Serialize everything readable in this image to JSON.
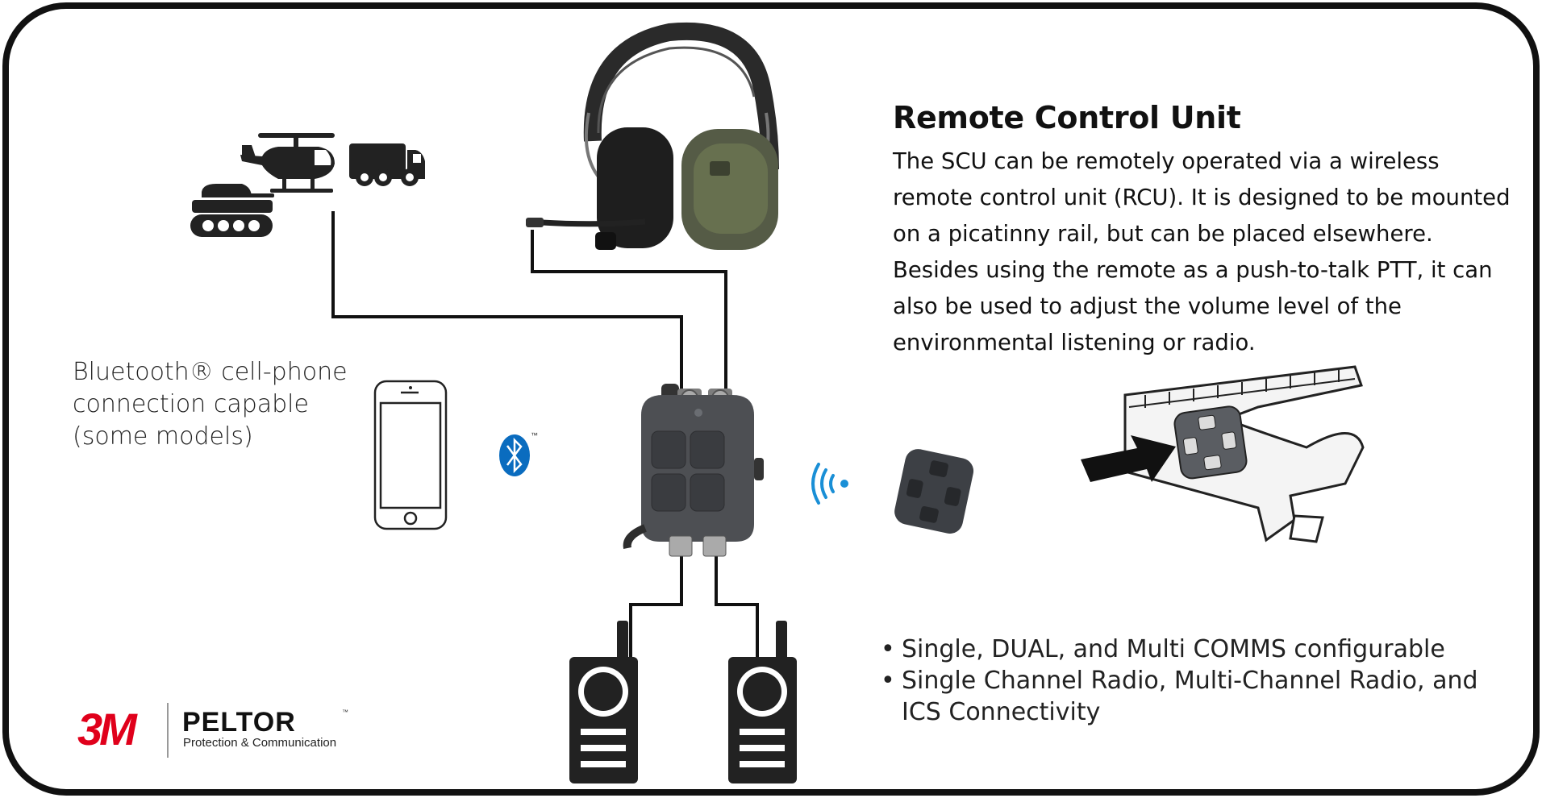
{
  "rcu": {
    "title": "Remote Control Unit",
    "body": "The SCU can be remotely operated via a wireless remote control unit (RCU). It is designed to be mounted on a picatinny rail, but can be placed elsewhere. Besides using the remote as a push-to-talk PTT, it can also be used to adjust the volume level of the environmental listening or radio."
  },
  "bluetooth_note": "Bluetooth® cell-phone connection capable (some models)",
  "bluetooth_tm": "™",
  "features": [
    "Single, DUAL, and Multi COMMS configurable",
    "Single Channel Radio, Multi-Channel Radio, and ICS Connectivity"
  ],
  "brand": {
    "logo": "3M",
    "name": "PELTOR",
    "name_tm": "™",
    "tagline": "Protection & Communication"
  },
  "icons": [
    "helicopter-icon",
    "tank-icon",
    "truck-icon",
    "smartphone-icon",
    "bluetooth-icon",
    "wireless-signal-icon",
    "radio-icon",
    "headset-image",
    "control-unit-image",
    "remote-control-image",
    "rifle-remote-image",
    "arrow-icon"
  ]
}
